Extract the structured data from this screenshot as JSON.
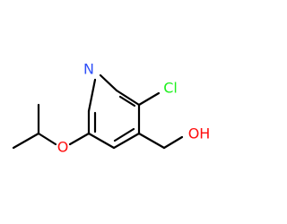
{
  "molecule": {
    "atoms": {
      "nitrogen": "N",
      "oxygen_ether": "O",
      "chlorine": "Cl",
      "hydroxyl": "OH"
    },
    "colors": {
      "bond": "#000000",
      "nitrogen": "#3050F8",
      "oxygen": "#FF0D0D",
      "chlorine": "#1FF01F"
    }
  }
}
